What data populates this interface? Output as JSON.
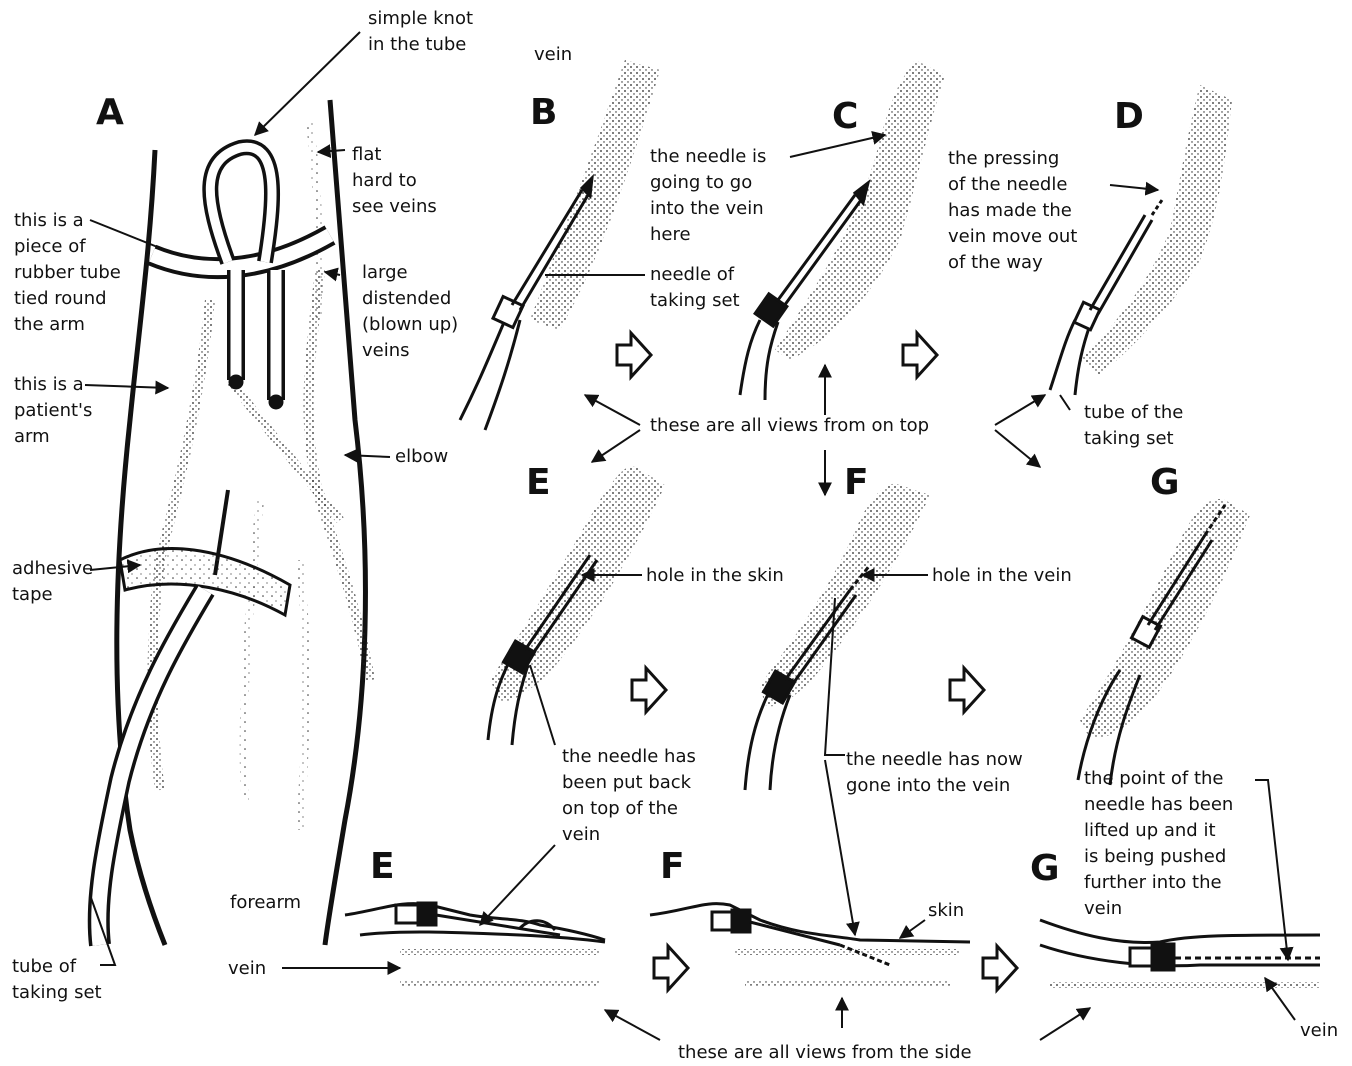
{
  "panels": {
    "A": "A",
    "B": "B",
    "C": "C",
    "D": "D",
    "E_top": "E",
    "F_top": "F",
    "G_top": "G",
    "E_side": "E",
    "F_side": "F",
    "G_side": "G"
  },
  "labels": {
    "simple_knot": "simple knot\nin the tube",
    "flat_veins": "flat\nhard to\nsee veins",
    "rubber_tube": "this is a\npiece of\nrubber tube\ntied round\nthe arm",
    "large_veins": "large\ndistended\n(blown up)\nveins",
    "patients_arm": "this is a\npatient's\narm",
    "elbow": "elbow",
    "adhesive_tape": "adhesive\ntape",
    "tube_of_taking_set_A": "tube of\ntaking set",
    "vein_B": "vein",
    "needle_going": "the needle is\ngoing to go\ninto the vein\nhere",
    "needle_of_taking_set": "needle of\ntaking set",
    "pressing_needle": "the pressing\nof the needle\nhas made the\nvein move out\nof the way",
    "tube_of_taking_set_D": "tube of the\ntaking set",
    "views_top": "these are all views from on top",
    "hole_skin": "hole in the skin",
    "hole_vein": "hole in the vein",
    "needle_put_back": "the needle has\nbeen put back\non top of the\nvein",
    "needle_gone_in": "the needle has now\ngone into the vein",
    "point_lifted": "the point of the\nneedle has been\nlifted up and it\nis being pushed\nfurther into the\nvein",
    "forearm": "forearm",
    "vein_side": "vein",
    "skin": "skin",
    "vein_G": "vein",
    "views_side": "these are all views from the side"
  }
}
